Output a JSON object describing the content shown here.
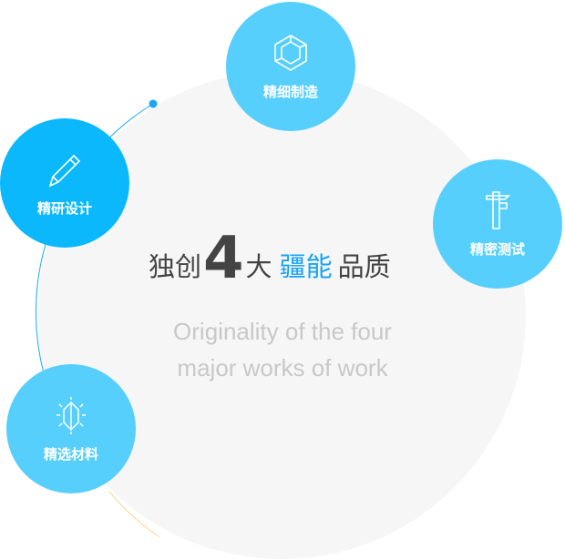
{
  "headline": {
    "part1": "独创",
    "number": "4",
    "part2": "大",
    "highlight": "疆能",
    "part3": "品质"
  },
  "subtitle": {
    "line1": "Originality of the four",
    "line2": "major works of work"
  },
  "nodes": [
    {
      "label": "精细制造",
      "icon": "hexagon-icon"
    },
    {
      "label": "精研设计",
      "icon": "pencil-icon"
    },
    {
      "label": "精密测试",
      "icon": "caliper-icon"
    },
    {
      "label": "精选材料",
      "icon": "crystal-icon"
    }
  ],
  "colors": {
    "node": "#57cffc",
    "active": "#0bb8fb",
    "highlight": "#17a3f5"
  }
}
